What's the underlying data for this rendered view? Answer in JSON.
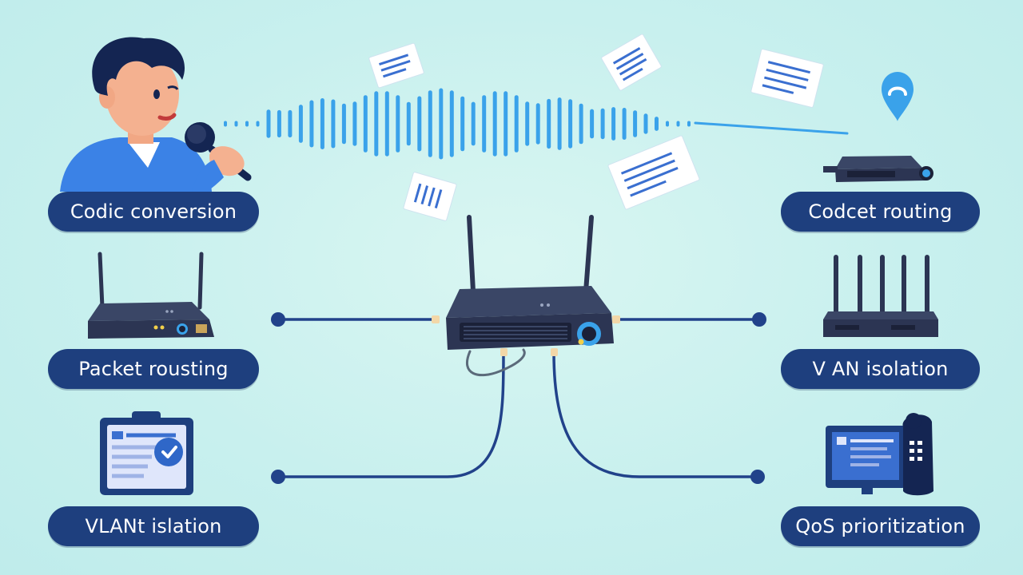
{
  "labels": {
    "codic_conversion": "Codic conversion",
    "packet_routing": "Packet rousting",
    "vlant_isolation": "VLANt islation",
    "codcet_routing": "Codcet routing",
    "vlan_isolation": "V AN isolation",
    "qos_prioritization": "QoS prioritization"
  },
  "colors": {
    "background": "#c8f0ee",
    "pill": "#1e3f7e",
    "connector": "#21428a",
    "wave": "#3aa2ea",
    "device": "#2c3553"
  },
  "icons": {
    "speaker": "person-with-microphone",
    "central": "wifi-router",
    "left_device": "router-two-antennas",
    "clipboard": "clipboard-check",
    "top_right": "set-top-box-with-location-pin",
    "mid_right": "router-six-antennas",
    "bottom_right": "computer-with-phone",
    "documents": "document-icons"
  }
}
